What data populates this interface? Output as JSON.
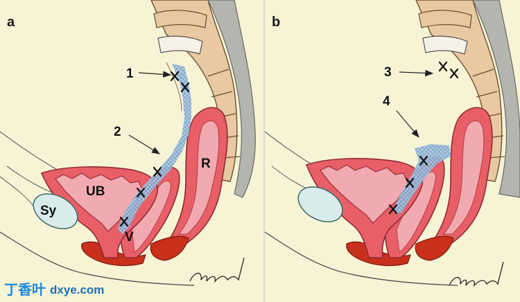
{
  "panels": [
    {
      "letter": "a",
      "callouts": [
        "1",
        "2"
      ],
      "organs": {
        "bladder": "UB",
        "symphysis": "Sy",
        "vagina": "V",
        "rectum": "R"
      }
    },
    {
      "letter": "b",
      "callouts": [
        "3",
        "4"
      ]
    }
  ],
  "watermark": {
    "cn": "丁香叶",
    "en": "dxye.com"
  },
  "colors": {
    "bone": "#e8c9a2",
    "disc": "#f6f2e6",
    "tissue": "#e85f67",
    "tissue_dark": "#c8424d",
    "tissue_light": "#f1aab0",
    "skin": "#f7f4d6",
    "mesh": "#8fb3d3",
    "pelvic_floor": "#c8301c",
    "watermark_cn": "#1e88d8",
    "watermark_en": "#1a6fb8"
  }
}
